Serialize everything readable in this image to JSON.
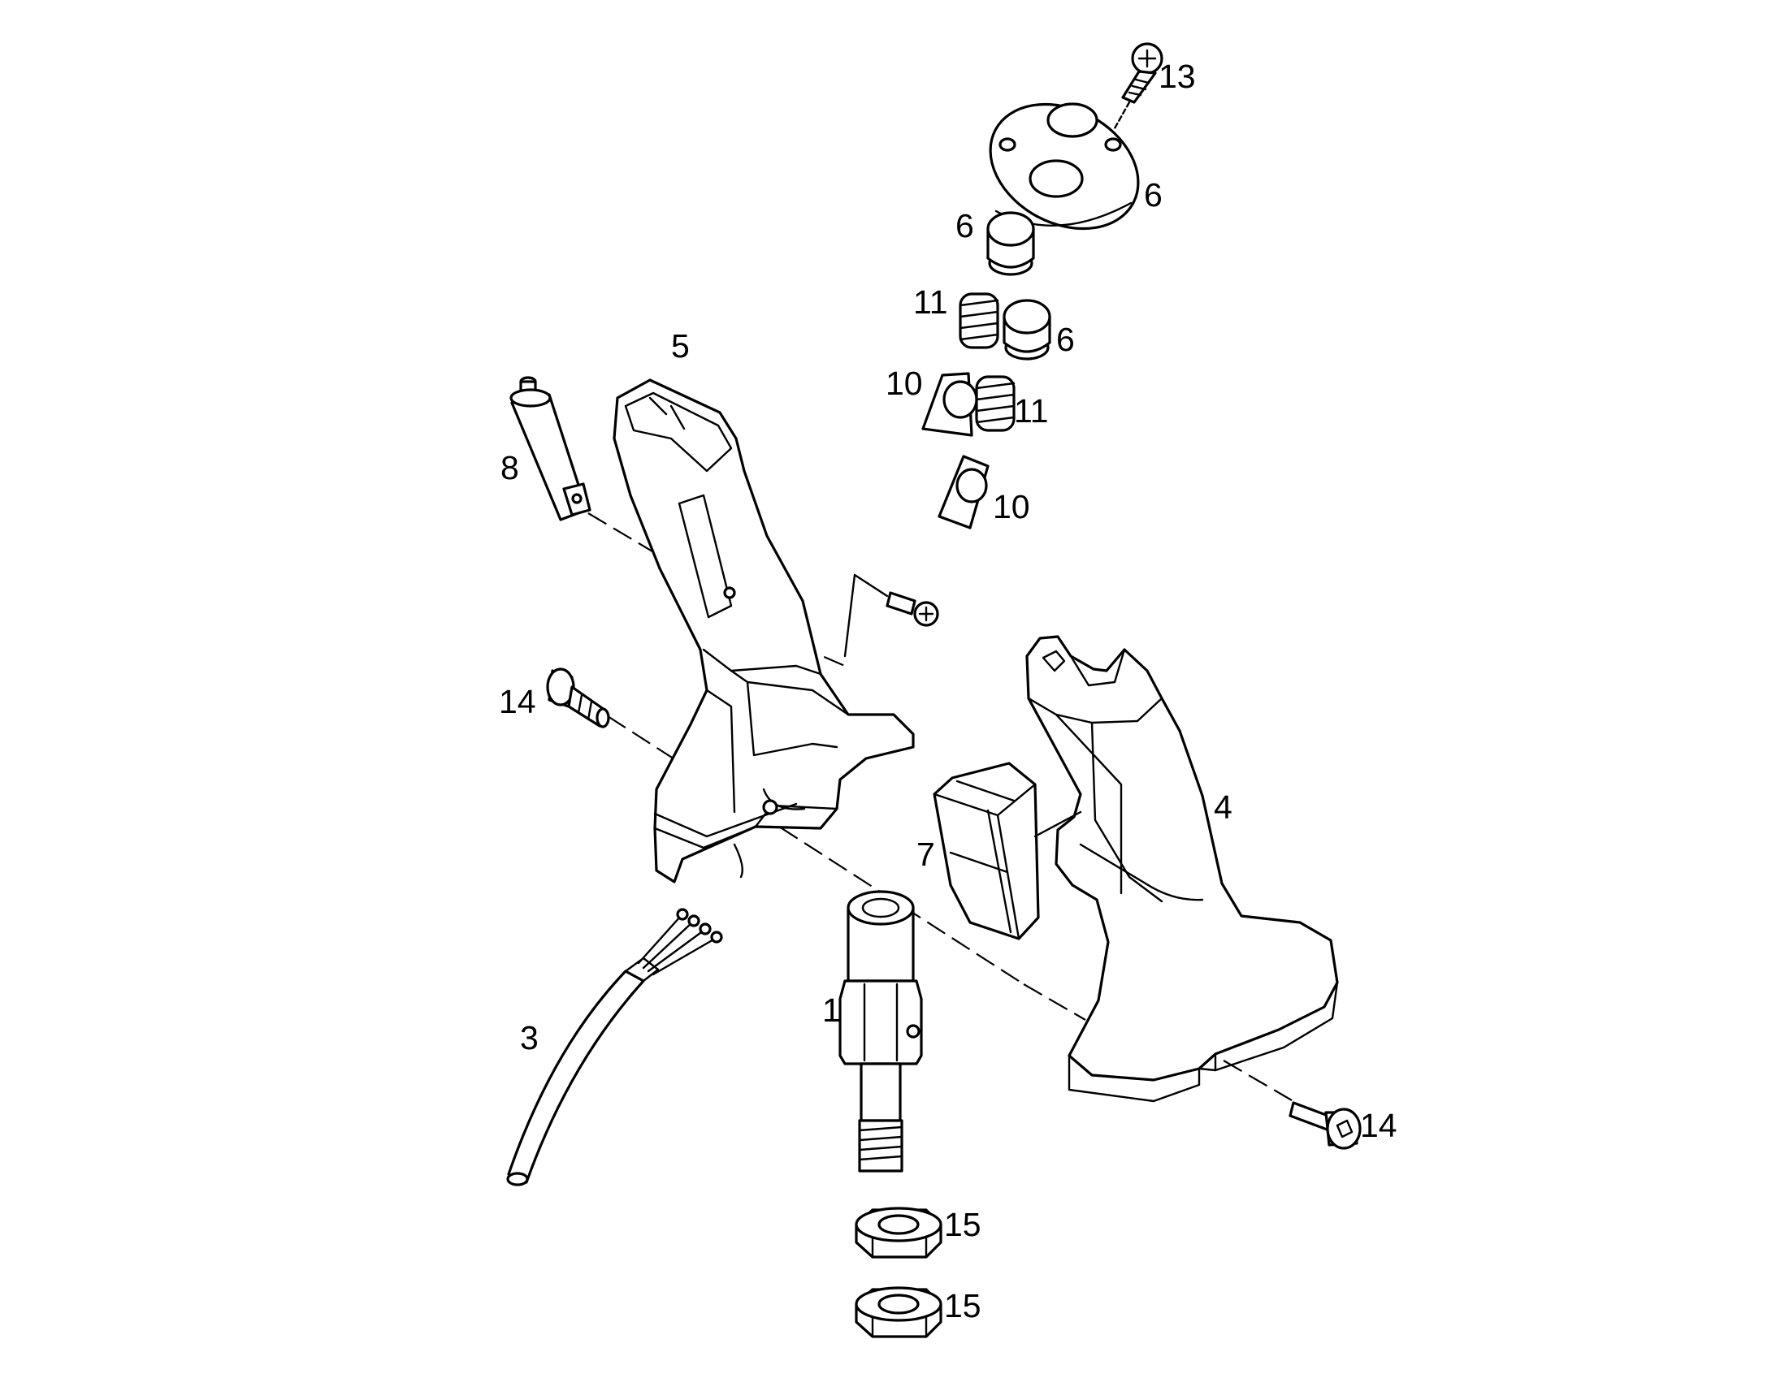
{
  "callouts": {
    "c1": "1",
    "c3": "3",
    "c4": "4",
    "c5": "5",
    "c6a": "6",
    "c6b": "6",
    "c6c": "6",
    "c7": "7",
    "c8": "8",
    "c10a": "10",
    "c10b": "10",
    "c11a": "11",
    "c11b": "11",
    "c13": "13",
    "c14a": "14",
    "c14b": "14",
    "c15a": "15",
    "c15b": "15"
  }
}
